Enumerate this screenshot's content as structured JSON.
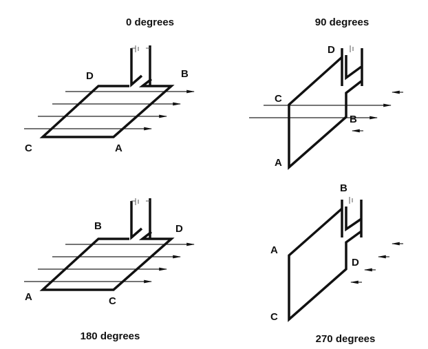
{
  "titles": [
    "0 degrees",
    "90 degrees",
    "180 degrees",
    "270 degrees"
  ],
  "labels": {
    "q0": {
      "d": "D",
      "b": "B",
      "c": "C",
      "a": "A"
    },
    "q90": {
      "d": "D",
      "c": "C",
      "b": "B",
      "a": "A"
    },
    "q180": {
      "b": "B",
      "d": "D",
      "a": "A",
      "c": "C"
    },
    "q270": {
      "b": "B",
      "a": "A",
      "d": "D",
      "c": "C"
    }
  },
  "colors": {
    "ink": "#111111",
    "background": "#ffffff"
  }
}
